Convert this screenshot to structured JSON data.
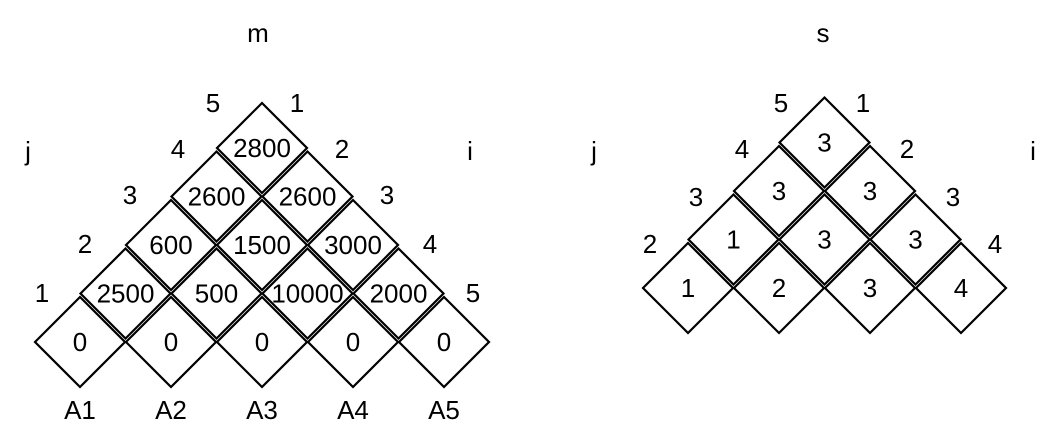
{
  "left": {
    "title": "m",
    "j_label": "j",
    "i_label": "i",
    "j_numbers": [
      "1",
      "2",
      "3",
      "4",
      "5"
    ],
    "i_numbers": [
      "1",
      "2",
      "3",
      "4",
      "5"
    ],
    "matrices": [
      "A1",
      "A2",
      "A3",
      "A4",
      "A5"
    ],
    "rows": [
      [
        "0",
        "0",
        "0",
        "0",
        "0"
      ],
      [
        "2500",
        "500",
        "10000",
        "2000"
      ],
      [
        "600",
        "1500",
        "3000"
      ],
      [
        "2600",
        "2600"
      ],
      [
        "2800"
      ]
    ]
  },
  "right": {
    "title": "s",
    "j_label": "j",
    "i_label": "i",
    "j_numbers": [
      "2",
      "3",
      "4",
      "5"
    ],
    "i_numbers": [
      "1",
      "2",
      "3",
      "4"
    ],
    "rows": [
      [
        "1",
        "2",
        "3",
        "4"
      ],
      [
        "1",
        "3",
        "3"
      ],
      [
        "3",
        "3"
      ],
      [
        "3"
      ]
    ]
  }
}
